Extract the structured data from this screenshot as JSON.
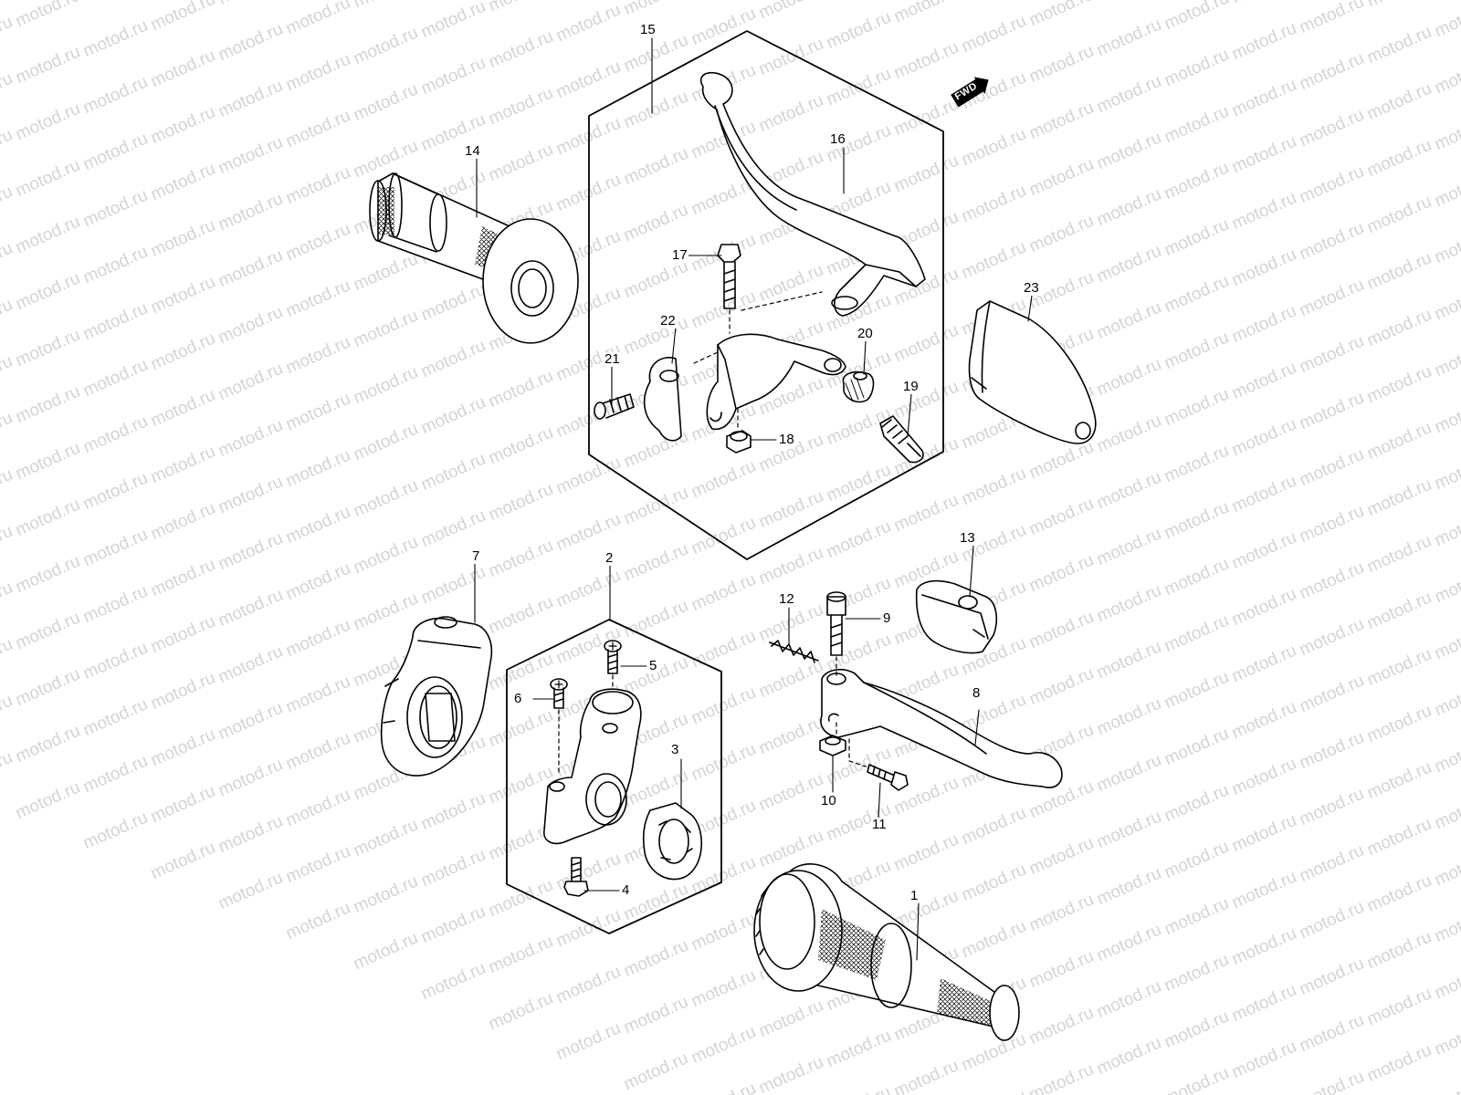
{
  "watermark": {
    "text": "motod.ru"
  },
  "fwd_indicator": {
    "label": "FWD"
  },
  "callouts": [
    "1",
    "2",
    "3",
    "4",
    "5",
    "6",
    "7",
    "8",
    "9",
    "10",
    "11",
    "12",
    "13",
    "14",
    "15",
    "16",
    "17",
    "18",
    "19",
    "20",
    "21",
    "22",
    "23"
  ]
}
